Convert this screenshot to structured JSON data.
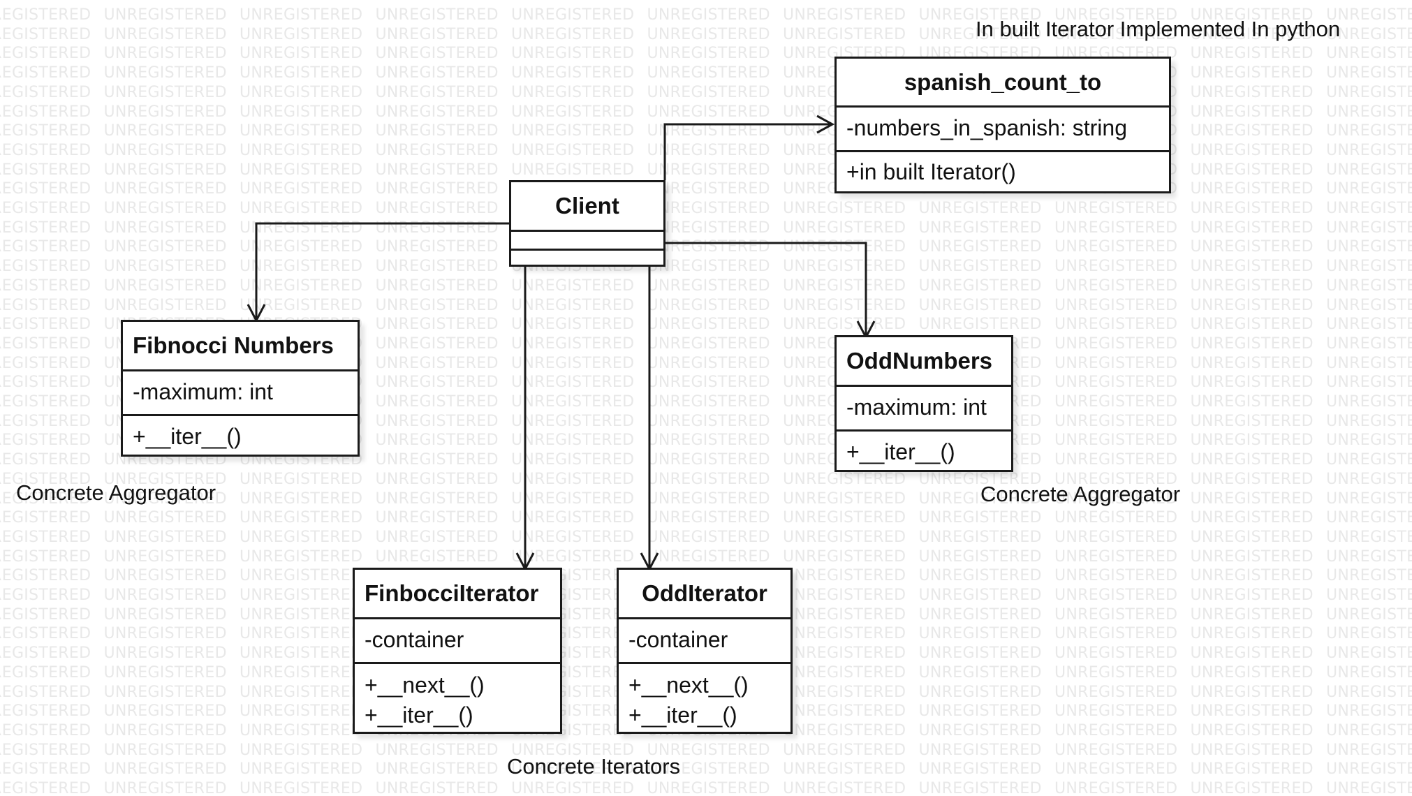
{
  "watermark": "UNREGISTERED",
  "notes": {
    "top_right": "In built Iterator Implemented In python",
    "left_aggregator": "Concrete Aggregator",
    "right_aggregator": "Concrete Aggregator",
    "iterators": "Concrete Iterators"
  },
  "classes": {
    "spanish": {
      "name": "spanish_count_to",
      "attributes": [
        "-numbers_in_spanish: string"
      ],
      "operations": [
        "+in built Iterator()"
      ]
    },
    "client": {
      "name": "Client",
      "attributes": [],
      "operations": []
    },
    "fibonacci": {
      "name": "Fibnocci Numbers",
      "attributes": [
        "-maximum: int"
      ],
      "operations": [
        "+__iter__()"
      ]
    },
    "odd_numbers": {
      "name": "OddNumbers",
      "attributes": [
        "-maximum: int"
      ],
      "operations": [
        "+__iter__()"
      ]
    },
    "fib_iterator": {
      "name": "FinbocciIterator",
      "attributes": [
        "-container"
      ],
      "operations": [
        "+__next__()",
        "+__iter__()"
      ]
    },
    "odd_iterator": {
      "name": "OddIterator",
      "attributes": [
        "-container"
      ],
      "operations": [
        "+__next__()",
        "+__iter__()"
      ]
    }
  },
  "relations": [
    {
      "from": "client",
      "to": "spanish",
      "type": "directed-association"
    },
    {
      "from": "client",
      "to": "fibonacci",
      "type": "directed-association"
    },
    {
      "from": "client",
      "to": "odd_numbers",
      "type": "directed-association"
    },
    {
      "from": "client",
      "to": "fib_iterator",
      "type": "directed-association"
    },
    {
      "from": "client",
      "to": "odd_iterator",
      "type": "directed-association"
    }
  ]
}
